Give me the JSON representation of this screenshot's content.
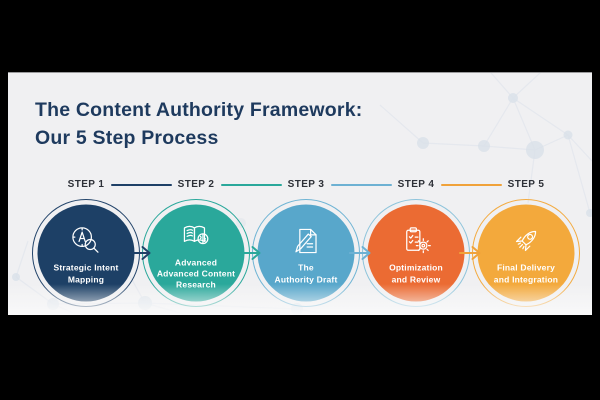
{
  "title": "The Content Authority Framework:\nOur 5 Step Process",
  "steps": [
    {
      "step_label": "STEP 1",
      "label": "Strategic Intent\nMapping",
      "icon": "compass-search-icon",
      "fill_color": "#1d4066",
      "ring_color": "#24456b"
    },
    {
      "step_label": "STEP 2",
      "label": "Advanced\nAdvanced Content\nResearch",
      "icon": "open-book-brain-icon",
      "fill_color": "#2aa89b",
      "ring_color": "#2aa89b"
    },
    {
      "step_label": "STEP 3",
      "label": "The\nAuthority Draft",
      "icon": "draft-pen-icon",
      "fill_color": "#58a7cb",
      "ring_color": "#6fb4d4"
    },
    {
      "step_label": "STEP 4",
      "label": "Optimization\nand Review",
      "icon": "clipboard-gear-icon",
      "fill_color": "#eb6b33",
      "ring_color": "#8ec4db"
    },
    {
      "step_label": "STEP 5",
      "label": "Final Delivery\nand Integration",
      "icon": "rocket-icon",
      "fill_color": "#f3a93c",
      "ring_color": "#f3ab41"
    }
  ],
  "connectors": [
    {
      "color": "#1e4067"
    },
    {
      "color": "#2aa89b"
    },
    {
      "color": "#6db1d3"
    },
    {
      "color": "#f0a23a"
    }
  ],
  "colors": {
    "stage_background": "#f0f0f2",
    "letterbox": "#000000",
    "title_text": "#1e3a5e",
    "step_label_text": "#2e3138",
    "icon_stroke": "#ffffff",
    "pattern_node": "#dbe2ea",
    "pattern_line": "#e3e7ed"
  }
}
